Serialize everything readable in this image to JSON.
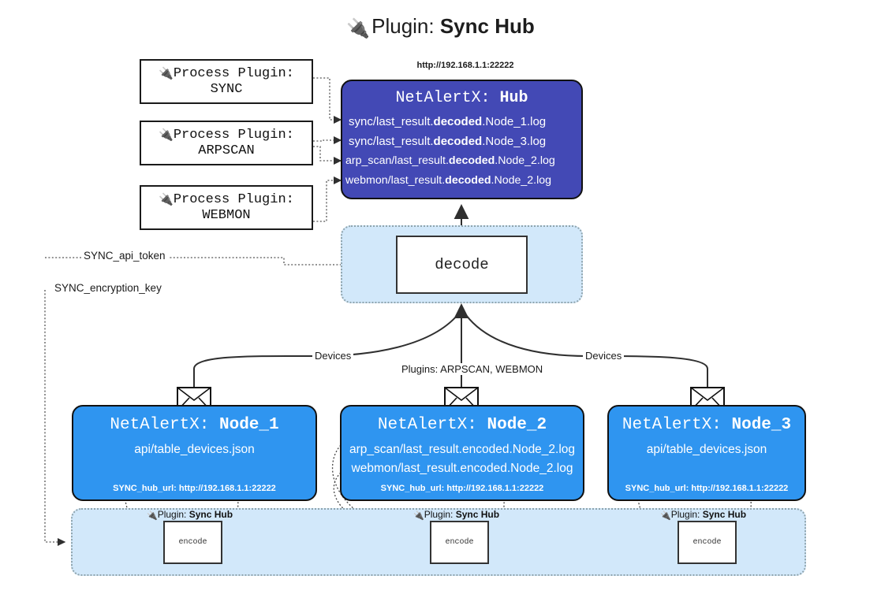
{
  "title": {
    "icon": "plug-icon",
    "prefix": "Plugin:",
    "name": "Sync Hub"
  },
  "process_plugins": [
    {
      "line1_icon": "plug-icon",
      "line1": "Process Plugin:",
      "line2": "SYNC"
    },
    {
      "line1_icon": "plug-icon",
      "line1": "Process Plugin:",
      "line2": "ARPSCAN"
    },
    {
      "line1_icon": "plug-icon",
      "line1": "Process Plugin:",
      "line2": "WEBMON"
    }
  ],
  "hub": {
    "url": "http://192.168.1.1:22222",
    "app": "NetAlertX:",
    "name": "Hub",
    "files": [
      {
        "pre": "sync/last_result.",
        "mid": "decoded",
        "post": ".Node_1.log"
      },
      {
        "pre": "sync/last_result.",
        "mid": "decoded",
        "post": ".Node_3.log"
      },
      {
        "pre": "arp_scan/last_result.",
        "mid": "decoded",
        "post": ".Node_2.log"
      },
      {
        "pre": "webmon/last_result.",
        "mid": "decoded",
        "post": ".Node_2.log"
      }
    ]
  },
  "decode": {
    "label": "decode"
  },
  "settings_wires": {
    "api_token": "SYNC_api_token",
    "encryption_key": "SYNC_encryption_key"
  },
  "edge_labels": {
    "left_devices": "Devices",
    "center_plugins": "Plugins: ARPSCAN, WEBMON",
    "right_devices": "Devices"
  },
  "nodes": [
    {
      "app": "NetAlertX:",
      "name": "Node_1",
      "files": [
        "api/table_devices.json"
      ],
      "footer": "SYNC_hub_url: http://192.168.1.1:22222",
      "envelope_icon": "envelope-icon"
    },
    {
      "app": "NetAlertX:",
      "name": "Node_2",
      "files": [
        "arp_scan/last_result.encoded.Node_2.log",
        "webmon/last_result.encoded.Node_2.log"
      ],
      "footer": "SYNC_hub_url: http://192.168.1.1:22222",
      "envelope_icon": "envelope-icon"
    },
    {
      "app": "NetAlertX:",
      "name": "Node_3",
      "files": [
        "api/table_devices.json"
      ],
      "footer": "SYNC_hub_url: http://192.168.1.1:22222",
      "envelope_icon": "envelope-icon"
    }
  ],
  "encoders": [
    {
      "plugin_prefix": "Plugin:",
      "plugin_name": "Sync Hub",
      "label": "encode",
      "icon": "plug-icon"
    },
    {
      "plugin_prefix": "Plugin:",
      "plugin_name": "Sync Hub",
      "label": "encode",
      "icon": "plug-icon"
    },
    {
      "plugin_prefix": "Plugin:",
      "plugin_name": "Sync Hub",
      "label": "encode",
      "icon": "plug-icon"
    }
  ],
  "colors": {
    "hub_fill": "#4349b5",
    "node_fill": "#2f95f0",
    "container_fill": "#d2e8fa",
    "stroke": "#111111"
  }
}
